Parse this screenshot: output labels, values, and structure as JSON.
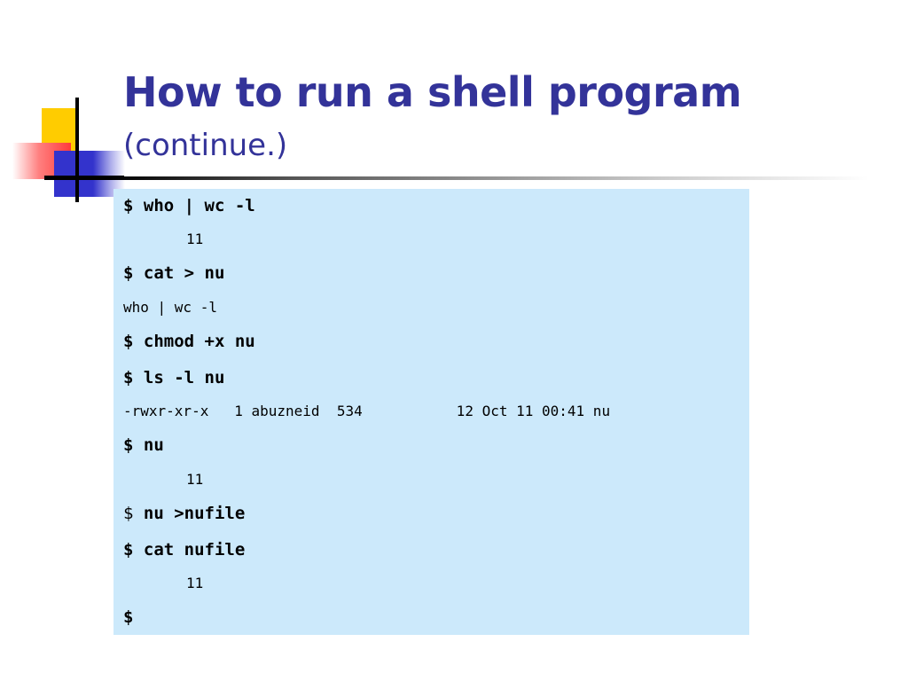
{
  "slide": {
    "title": "How to run a shell program",
    "subtitle": "(continue.)"
  },
  "terminal": {
    "lines": [
      "$ who | wc -l",
      "11",
      "$ cat > nu",
      "who | wc -l",
      "$ chmod +x nu",
      "$ ls -l nu",
      "-rwxr-xr-x   1 abuzneid  534           12 Oct 11 00:41 nu",
      "$ nu",
      "11",
      "$",
      "nu >nufile",
      "$ cat nufile",
      "11",
      "$"
    ]
  },
  "colors": {
    "title": "#333399",
    "code_background": "#cce9fb"
  }
}
